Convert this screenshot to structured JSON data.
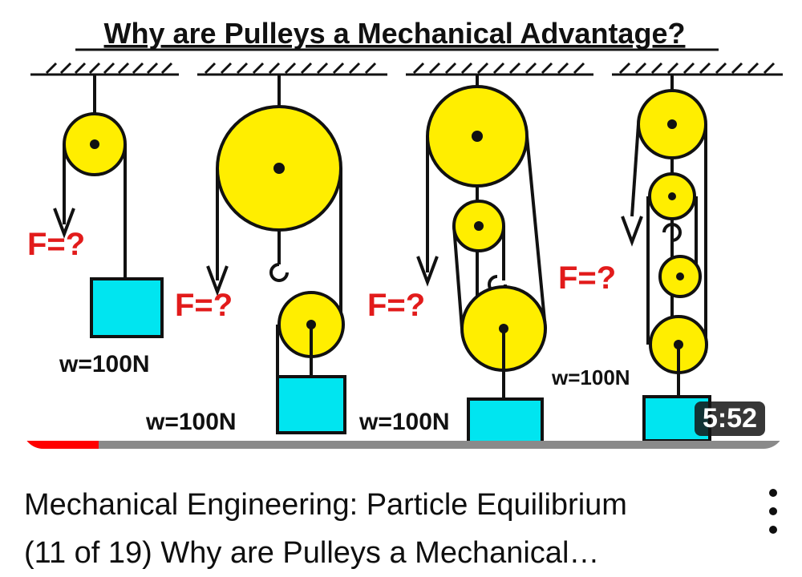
{
  "thumbnail": {
    "heading": "Why are Pulleys a Mechanical Advantage?",
    "force_labels": [
      "F=?",
      "F=?",
      "F=?",
      "F=?"
    ],
    "weight_labels": [
      "w=100N",
      "w=100N",
      "w=100N",
      "w=100N"
    ],
    "colors": {
      "pulley": "#ffee00",
      "block": "#00e5f0",
      "force": "#e21b1b",
      "ink": "#111111"
    }
  },
  "video": {
    "duration": "5:52",
    "progress_fraction": 0.1,
    "progress_color": "#ff0000",
    "title_line1": "Mechanical Engineering: Particle Equilibrium",
    "title_line2": "(11 of 19) Why are Pulleys a Mechanical…",
    "more_icon": "kebab-vertical-icon"
  }
}
